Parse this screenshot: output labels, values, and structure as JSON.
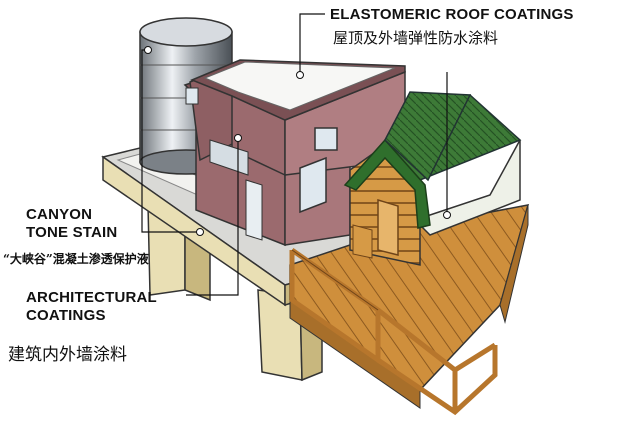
{
  "labels": {
    "roof": {
      "en": "ELASTOMERIC ROOF COATINGS",
      "cn": "屋顶及外墙弹性防水涂料"
    },
    "canyon": {
      "en_line1": "CANYON",
      "en_line2": "TONE STAIN",
      "cn": "“大峡谷”混凝土渗透保护液"
    },
    "architectural": {
      "en_line1": "ARCHITECTURAL",
      "en_line2": "COATINGS",
      "cn": "建筑内外墙涂料"
    }
  },
  "colors": {
    "wall": "#9b6a6e",
    "roof_green": "#3f7f3a",
    "wood": "#c98a3a",
    "deck": "#e0eadf",
    "tank": "#b9bec4"
  }
}
